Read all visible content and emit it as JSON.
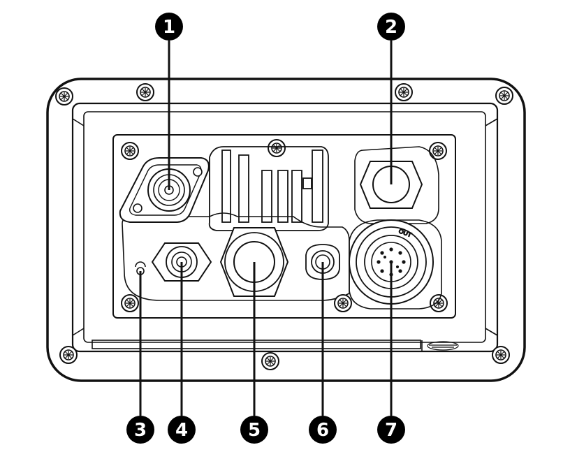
{
  "figure": {
    "description_hidden": "",
    "callouts": [
      {
        "id": "1",
        "label": "1"
      },
      {
        "id": "2",
        "label": "2"
      },
      {
        "id": "3",
        "label": "3"
      },
      {
        "id": "4",
        "label": "4"
      },
      {
        "id": "5",
        "label": "5"
      },
      {
        "id": "6",
        "label": "6"
      },
      {
        "id": "7",
        "label": "7"
      }
    ],
    "connector_marking": "OUT",
    "colors": {
      "line": "#111111",
      "fill": "#ffffff",
      "callout_bg": "#000000",
      "callout_text": "#ffffff"
    }
  }
}
